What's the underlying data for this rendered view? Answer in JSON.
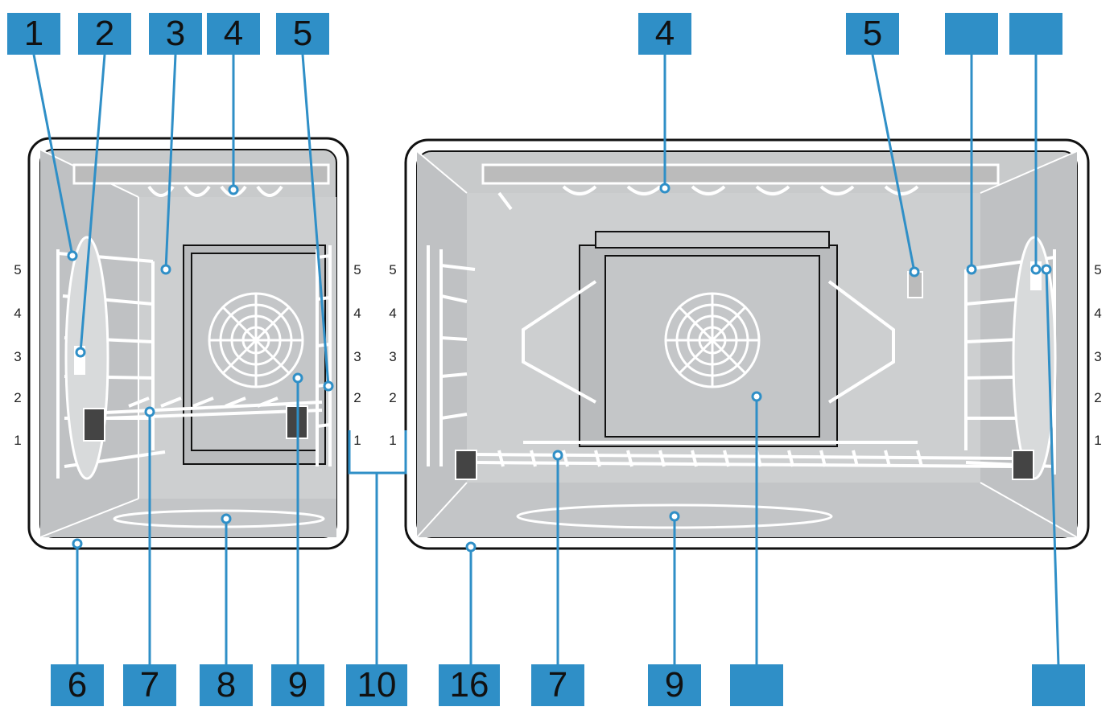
{
  "colors": {
    "badge": "#2f8fc7",
    "cavity": "#c8cacb",
    "line": "#ffffff",
    "outline": "#111111"
  },
  "callouts_top": [
    "1",
    "2",
    "3",
    "4",
    "5",
    "4",
    "5",
    "",
    ""
  ],
  "callouts_bottom": [
    "6",
    "7",
    "8",
    "9",
    "10",
    "16",
    "7",
    "9",
    "",
    ""
  ],
  "shelf_levels": [
    "5",
    "4",
    "3",
    "2",
    "1"
  ]
}
